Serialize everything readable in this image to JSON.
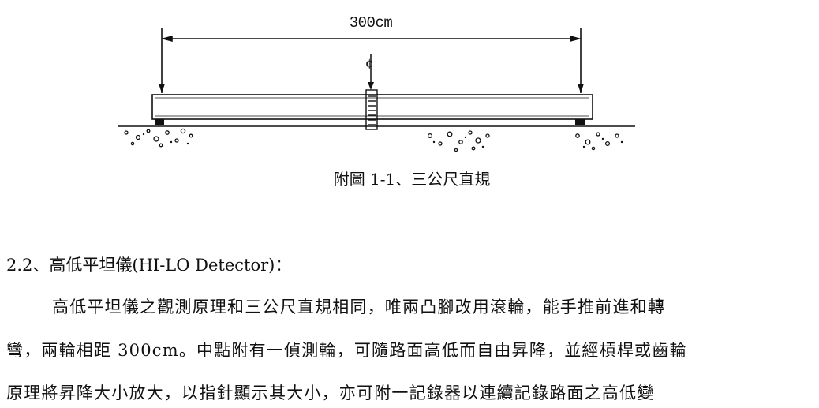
{
  "figure": {
    "dimension_label": "300cm",
    "centerline_symbol": "¢",
    "caption": "附圖 1-1、三公尺直規"
  },
  "section": {
    "heading": "2.2、高低平坦儀(HI-LO Detector)："
  },
  "paragraph": {
    "lines": [
      "高低平坦儀之觀測原理和三公尺直規相同，唯兩凸腳改用滾輪，能手推前進和轉",
      "彎，兩輪相距 300cm。中點附有一偵測輪，可隨路面高低而自由昇降，並經槓桿或齒輪",
      "原理將昇降大小放大，以指針顯示其大小，亦可附一記錄器以連續記錄路面之高低變"
    ]
  }
}
